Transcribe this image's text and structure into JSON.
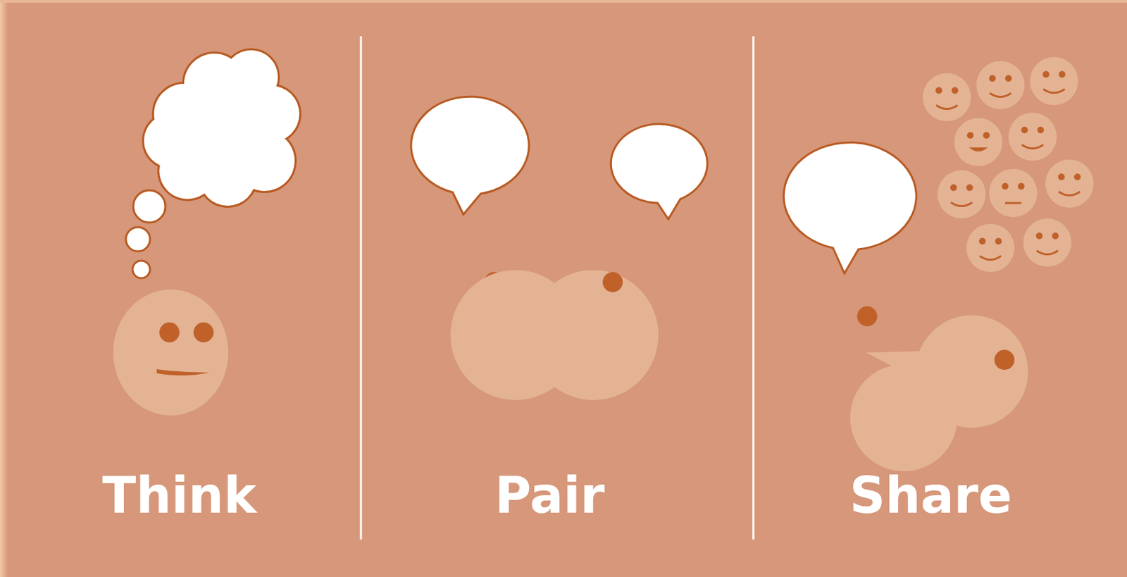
{
  "diagram": {
    "labels": [
      "Think",
      "Pair",
      "Share"
    ]
  }
}
